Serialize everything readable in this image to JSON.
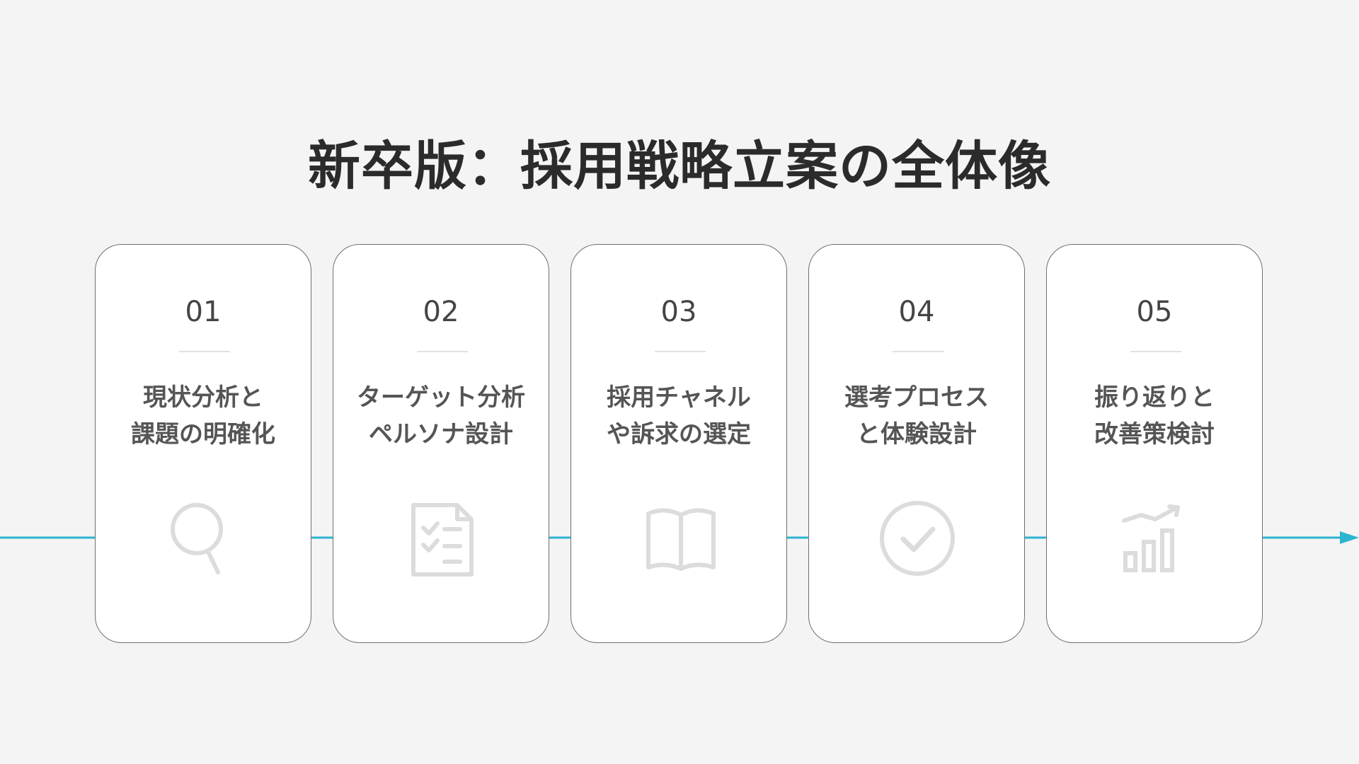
{
  "title": "新卒版：採用戦略立案の全体像",
  "colors": {
    "background": "#f4f4f4",
    "accent": "#2bb5cf",
    "card_border": "#6f6f6f",
    "icon": "#dcdcdc"
  },
  "steps": [
    {
      "number": "01",
      "line1": "現状分析と",
      "line2": "課題の明確化",
      "icon": "magnifier-icon"
    },
    {
      "number": "02",
      "line1": "ターゲット分析",
      "line2": "ペルソナ設計",
      "icon": "checklist-icon"
    },
    {
      "number": "03",
      "line1": "採用チャネル",
      "line2": "や訴求の選定",
      "icon": "open-book-icon"
    },
    {
      "number": "04",
      "line1": "選考プロセス",
      "line2": "と体験設計",
      "icon": "check-circle-icon"
    },
    {
      "number": "05",
      "line1": "振り返りと",
      "line2": "改善策検討",
      "icon": "growth-chart-icon"
    }
  ]
}
